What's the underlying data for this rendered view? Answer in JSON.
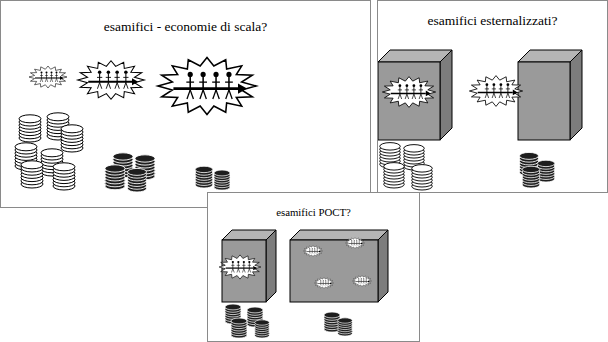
{
  "diagram": {
    "nodes": [
      {
        "text": [
          "esamifici - economie di scala?"
        ]
      },
      {
        "text": [
          "esamifici esternalizzati?"
        ]
      },
      {
        "text": [
          "esamifici POCT?"
        ]
      }
    ]
  }
}
